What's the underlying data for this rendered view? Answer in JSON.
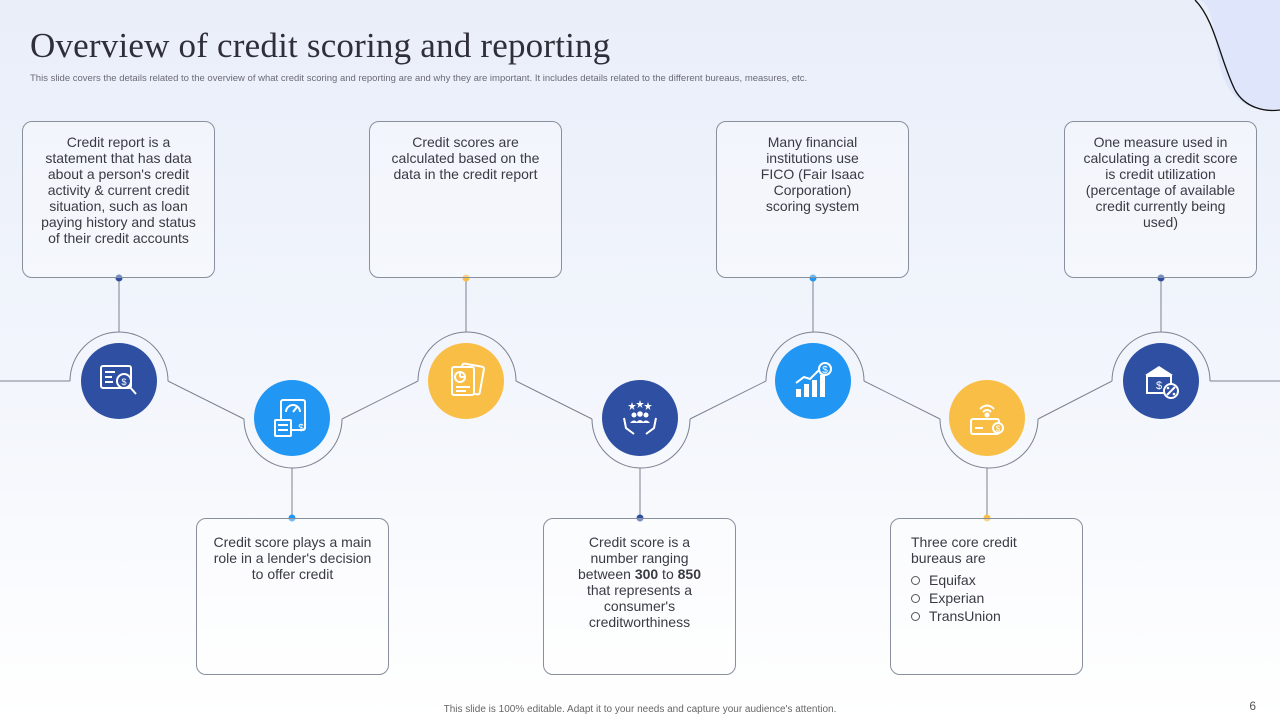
{
  "title": "Overview of credit scoring and reporting",
  "subtitle": "This slide covers the details related to the overview of what credit scoring and reporting are and why they are important. It includes details related to the different bureaus, measures, etc.",
  "colors": {
    "dark_blue": "#2f4fa2",
    "bright_blue": "#2196f3",
    "yellow": "#f9be45"
  },
  "cards": {
    "credit_report": "Credit report is a statement that has data about a person's credit activity & current credit situation, such as loan paying history and status of  their credit accounts",
    "lender_decision": "Credit score plays a main role in a lender's decision to offer credit",
    "calculated": "Credit scores are calculated based on the data in the credit report",
    "score_range": {
      "part1": "Credit score is a number ranging between ",
      "low": "300",
      "part2": " to ",
      "high": "850",
      "part3": " that represents a consumer's creditworthiness"
    },
    "fico": "Many financial institutions use FICO (Fair Isaac Corporation) scoring system",
    "bureaus": {
      "heading": "Three core credit bureaus are",
      "items": [
        "Equifax",
        "Experian",
        "TransUnion"
      ]
    },
    "utilization": "One measure used in calculating a credit score is credit utilization (percentage of available credit currently being used)"
  },
  "icons": [
    "credit-report-screen-icon",
    "calculator-document-icon",
    "chart-documents-icon",
    "team-stars-hands-icon",
    "growth-chart-dollar-icon",
    "credit-card-wireless-icon",
    "bank-percent-icon"
  ],
  "footer": "This slide is 100% editable. Adapt it to your needs and capture your audience's attention.",
  "page_number": "6"
}
